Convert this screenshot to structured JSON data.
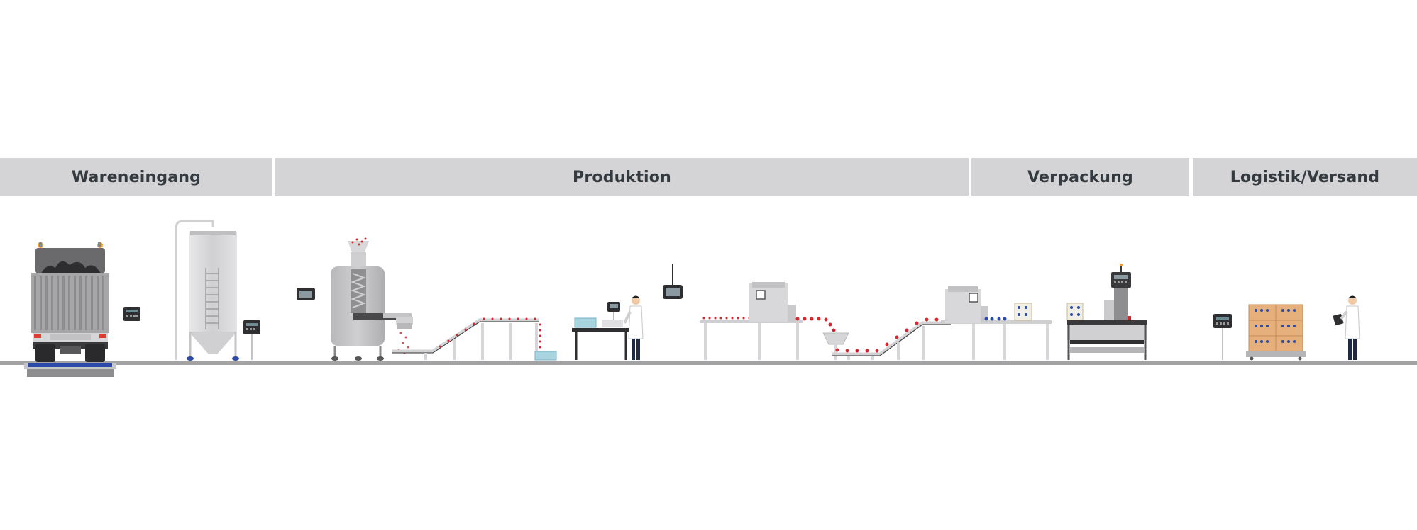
{
  "sections": [
    {
      "id": "wareneingang",
      "label": "Wareneingang"
    },
    {
      "id": "produktion",
      "label": "Produktion"
    },
    {
      "id": "verpackung",
      "label": "Verpackung"
    },
    {
      "id": "versand",
      "label": "Logistik/Versand"
    }
  ],
  "colors": {
    "header_bg": "#d4d4d6",
    "header_text": "#333a40",
    "floor": "#9b9b9e",
    "machine_light": "#d9d9db",
    "machine_mid": "#b5b5b7",
    "machine_dark": "#4a4a4d",
    "product_red": "#d8262e",
    "accent_blue": "#2b49a6",
    "tray_blue": "#9fd0de",
    "box_tan": "#e6b07c"
  },
  "icons": [
    "truck-icon",
    "silo-icon",
    "mixer-icon",
    "scale-terminal-icon",
    "worker-icon",
    "tunnel-machine-icon",
    "checkweigher-icon",
    "pallet-icon"
  ]
}
